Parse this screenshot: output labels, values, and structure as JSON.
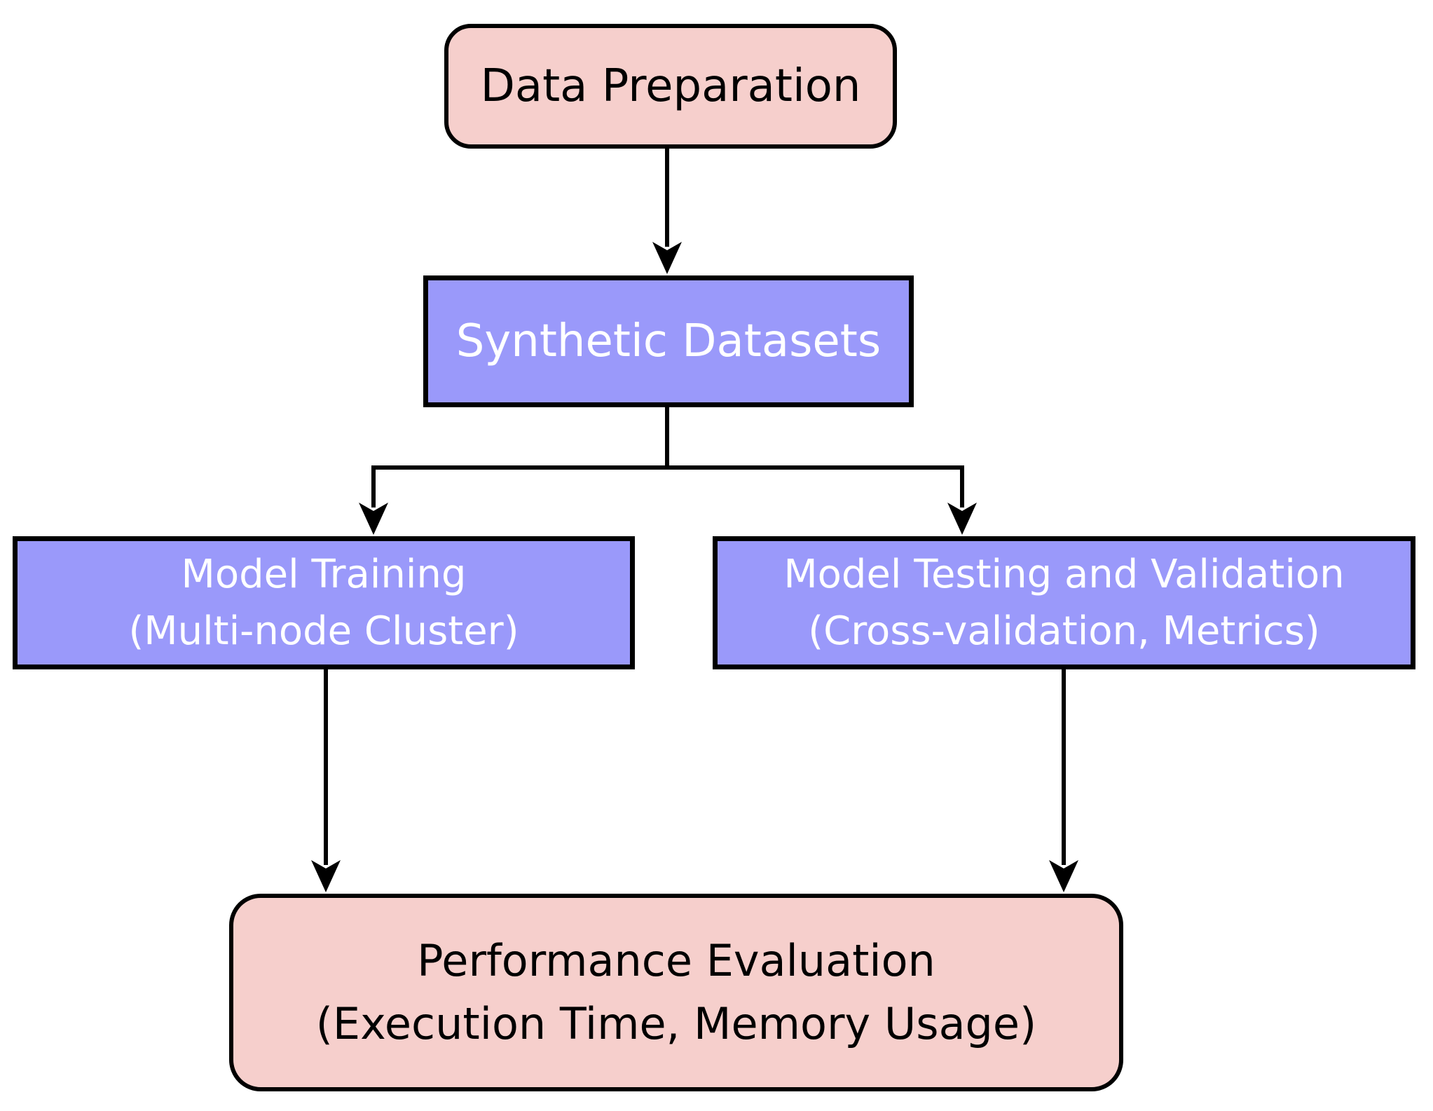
{
  "diagram": {
    "type": "flowchart",
    "background_color": "#ffffff",
    "colors": {
      "pink_node_fill": "#f6cfcc",
      "purple_node_fill": "#9a99fa",
      "node_border": "#000000",
      "edge_color": "#000000",
      "text_on_pink": "#000000",
      "text_on_purple": "#ffffff"
    },
    "nodes": [
      {
        "id": "data-preparation",
        "shape": "rounded-rectangle",
        "fill": "pink",
        "lines": [
          "Data Preparation"
        ]
      },
      {
        "id": "synthetic-datasets",
        "shape": "rectangle",
        "fill": "purple",
        "lines": [
          "Synthetic Datasets"
        ]
      },
      {
        "id": "model-training",
        "shape": "rectangle",
        "fill": "purple",
        "lines": [
          "Model Training",
          "(Multi-node Cluster)"
        ]
      },
      {
        "id": "model-testing-validation",
        "shape": "rectangle",
        "fill": "purple",
        "lines": [
          "Model Testing and Validation",
          "(Cross-validation, Metrics)"
        ]
      },
      {
        "id": "performance-evaluation",
        "shape": "rounded-rectangle",
        "fill": "pink",
        "lines": [
          "Performance Evaluation",
          "(Execution Time, Memory Usage)"
        ]
      }
    ],
    "edges": [
      {
        "from": "data-preparation",
        "to": "synthetic-datasets",
        "arrow": "down"
      },
      {
        "from": "synthetic-datasets",
        "to": "model-training",
        "arrow": "down-branch-left"
      },
      {
        "from": "synthetic-datasets",
        "to": "model-testing-validation",
        "arrow": "down-branch-right"
      },
      {
        "from": "model-training",
        "to": "performance-evaluation",
        "arrow": "down"
      },
      {
        "from": "model-testing-validation",
        "to": "performance-evaluation",
        "arrow": "down"
      }
    ]
  }
}
